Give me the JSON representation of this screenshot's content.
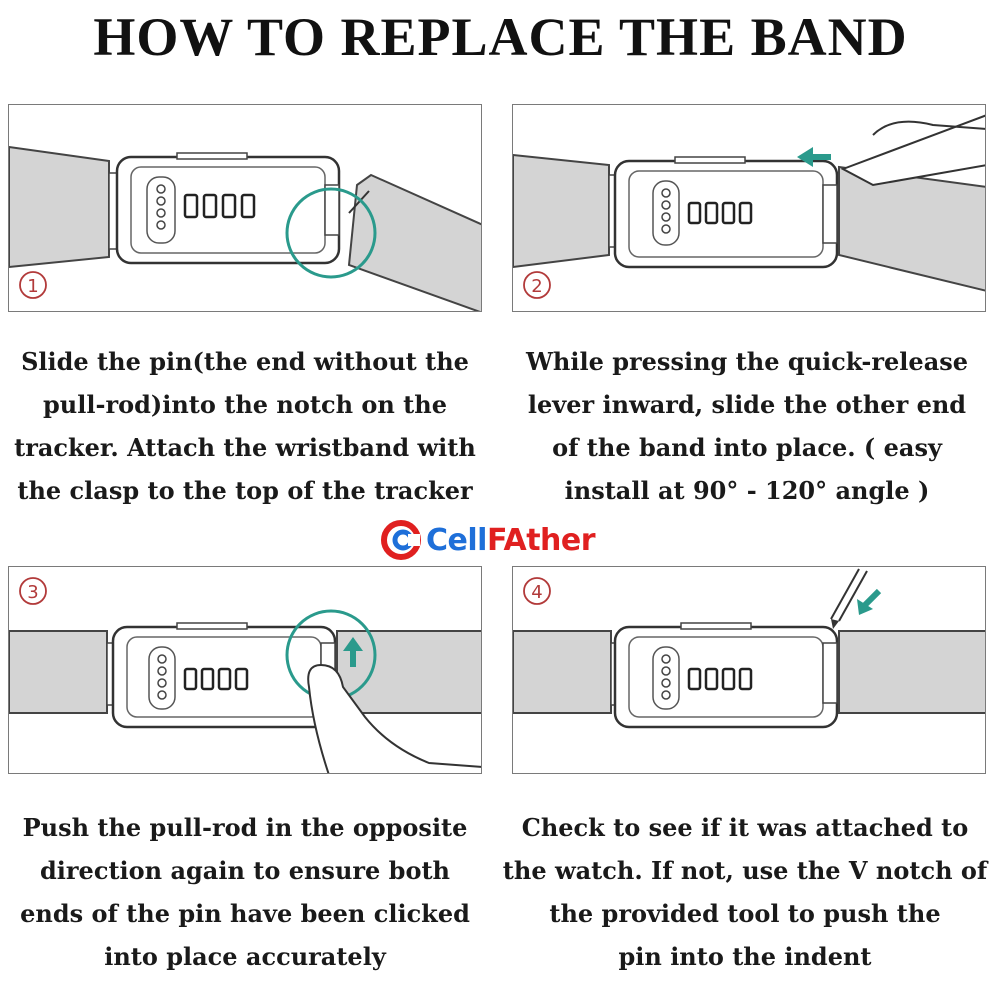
{
  "title": "HOW TO REPLACE THE BAND",
  "colors": {
    "accent": "#2a9a8c",
    "step_circle": "#b23a3a",
    "band_fill": "#d4d4d4",
    "logo_blue": "#1e6fd9",
    "logo_red": "#e02020"
  },
  "brand": {
    "name_part1": "Cell",
    "name_part2": "FAther"
  },
  "steps": [
    {
      "number": "1",
      "lines": [
        "Slide the pin(the end without the",
        "pull-rod)into the notch on the",
        "tracker. Attach the wristband with",
        "the clasp to the top of the tracker"
      ]
    },
    {
      "number": "2",
      "lines": [
        "While pressing the quick-release",
        "lever inward, slide the other end",
        "of the band into place. ( easy",
        "install at 90° - 120° angle )"
      ]
    },
    {
      "number": "3",
      "lines": [
        "Push the pull-rod in the opposite",
        "direction again to ensure both",
        "ends of the pin have been clicked",
        "into place accurately"
      ]
    },
    {
      "number": "4",
      "lines": [
        "Check to see if it was attached to",
        "the watch. If not, use the V notch of",
        "the provided tool to push the",
        "pin into the indent"
      ]
    }
  ]
}
